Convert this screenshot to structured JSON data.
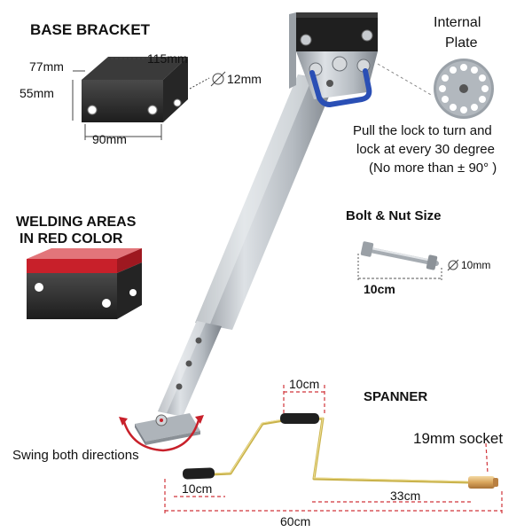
{
  "base_bracket": {
    "title": "BASE BRACKET",
    "dim_length": "115mm",
    "dim_width": "77mm",
    "dim_height": "55mm",
    "dim_bottom": "90mm",
    "hole_diameter": "12mm"
  },
  "internal_plate": {
    "title_line1": "Internal",
    "title_line2": "Plate"
  },
  "lock_note": {
    "line1": "Pull the lock to turn and",
    "line2": "lock at every 30 degree",
    "line3": "(No more than ± 90° )"
  },
  "welding": {
    "title_line1": "WELDING AREAS",
    "title_line2": "IN RED COLOR"
  },
  "bolt": {
    "title": "Bolt & Nut Size",
    "diameter": "10mm",
    "length": "10cm"
  },
  "spanner": {
    "title": "SPANNER",
    "dim_handle": "10cm",
    "dim_grip": "10cm",
    "dim_arm": "33cm",
    "dim_total": "60cm",
    "socket": "19mm socket"
  },
  "swing_note": "Swing both directions",
  "colors": {
    "steel": "#b9bec4",
    "dark_metal": "#2a2a2a",
    "weld_red": "#c8202a",
    "dim_red": "#d0343a",
    "handle_blue": "#2a4fb5",
    "spanner_yellow": "#c9b24a"
  }
}
